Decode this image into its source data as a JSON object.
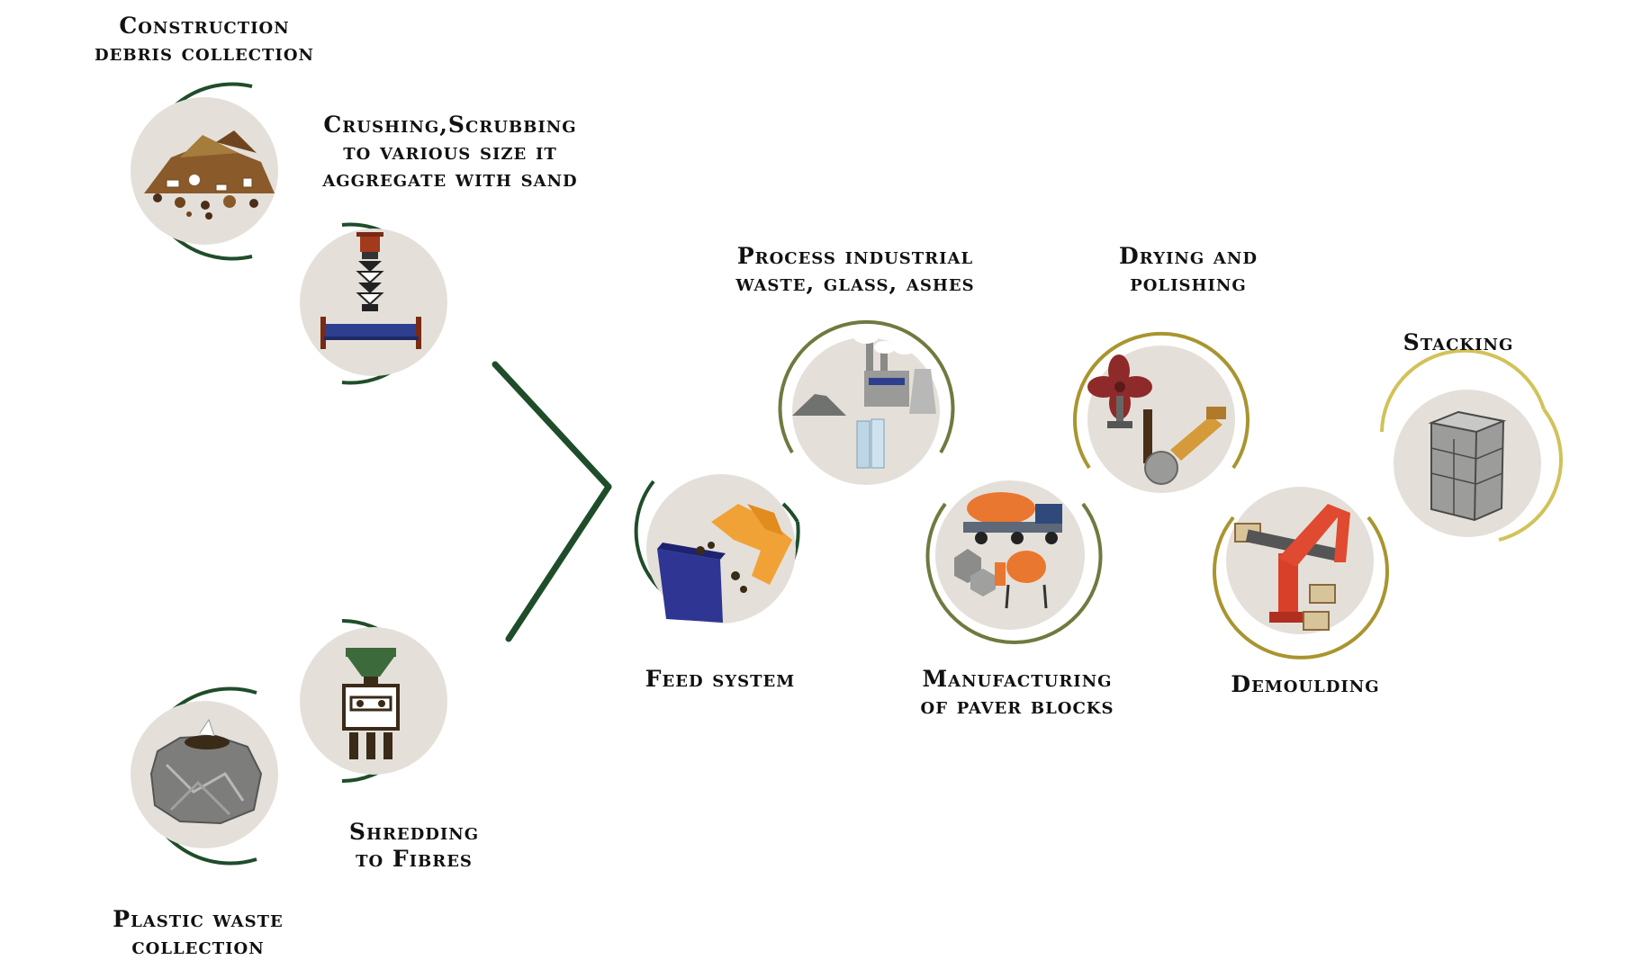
{
  "colors": {
    "disc": "#e4e0d9",
    "ring_dark_green": "#1f4d2a",
    "ring_olive": "#6f7a3f",
    "ring_khaki": "#a9952f",
    "ring_gold": "#d1c25a",
    "arrow_green": "#1f4d2a"
  },
  "steps": [
    {
      "id": "construction",
      "lines": [
        "Construction",
        "debris collection"
      ],
      "icon": "debris-pile-icon"
    },
    {
      "id": "crushing",
      "lines": [
        "Crushing,Scrubbing",
        "to various size  it",
        "aggregate with sand"
      ],
      "icon": "crusher-icon"
    },
    {
      "id": "plastic",
      "lines": [
        "Plastic waste",
        "collection"
      ],
      "icon": "plastic-bag-icon"
    },
    {
      "id": "shredding",
      "lines": [
        "Shredding",
        "to Fibres"
      ],
      "icon": "shredder-icon"
    },
    {
      "id": "feed",
      "lines": [
        "Feed system"
      ],
      "icon": "feed-bin-icon"
    },
    {
      "id": "industrial",
      "lines": [
        "Process industrial",
        "waste, glass, ashes"
      ],
      "icon": "factory-icon"
    },
    {
      "id": "manufacturing",
      "lines": [
        "Manufacturing",
        "of paver blocks"
      ],
      "icon": "cement-mixer-icon"
    },
    {
      "id": "drying",
      "lines": [
        "Drying and",
        "polishing"
      ],
      "icon": "fan-grinder-icon"
    },
    {
      "id": "demoulding",
      "lines": [
        "Demoulding"
      ],
      "icon": "robot-arm-icon"
    },
    {
      "id": "stacking",
      "lines": [
        "Stacking"
      ],
      "icon": "block-stack-icon"
    }
  ]
}
